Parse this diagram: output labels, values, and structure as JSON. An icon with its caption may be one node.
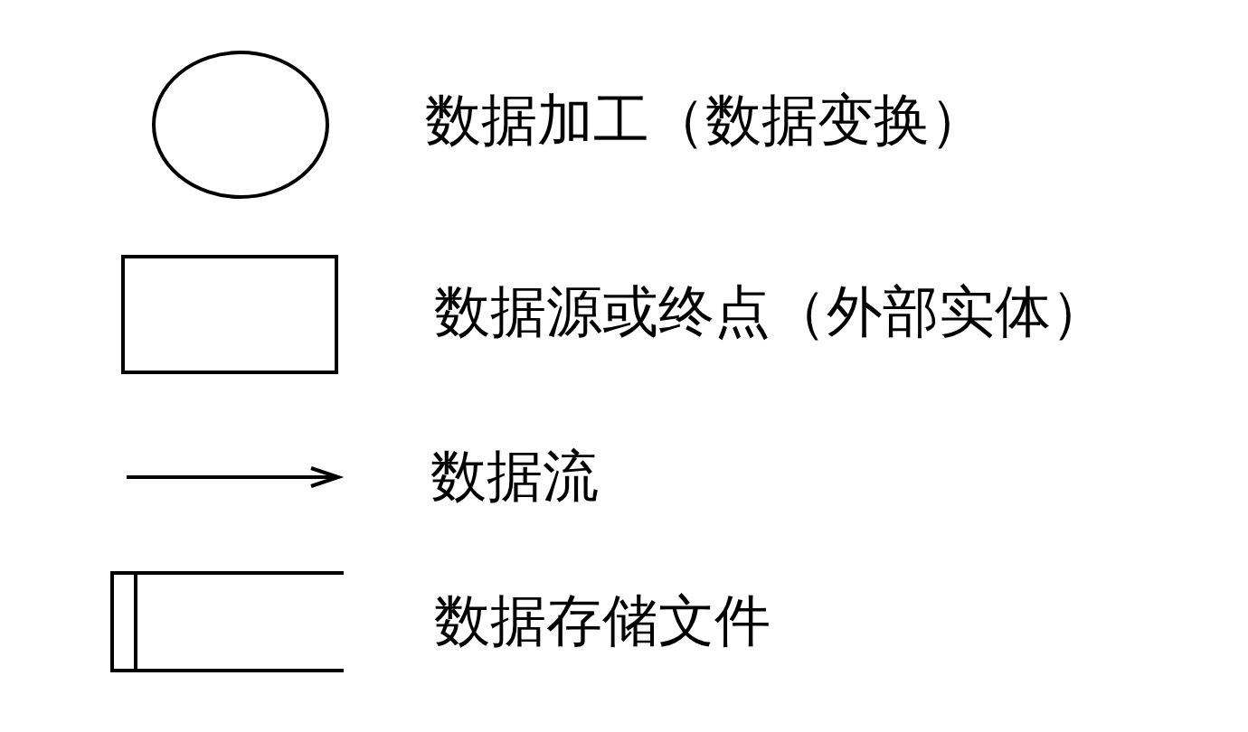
{
  "diagram": {
    "legend": [
      {
        "text": "数据加工（数据变换）"
      },
      {
        "text": "数据源或终点（外部实体）"
      },
      {
        "text": "数据流"
      },
      {
        "text": "数据存储文件"
      }
    ]
  }
}
